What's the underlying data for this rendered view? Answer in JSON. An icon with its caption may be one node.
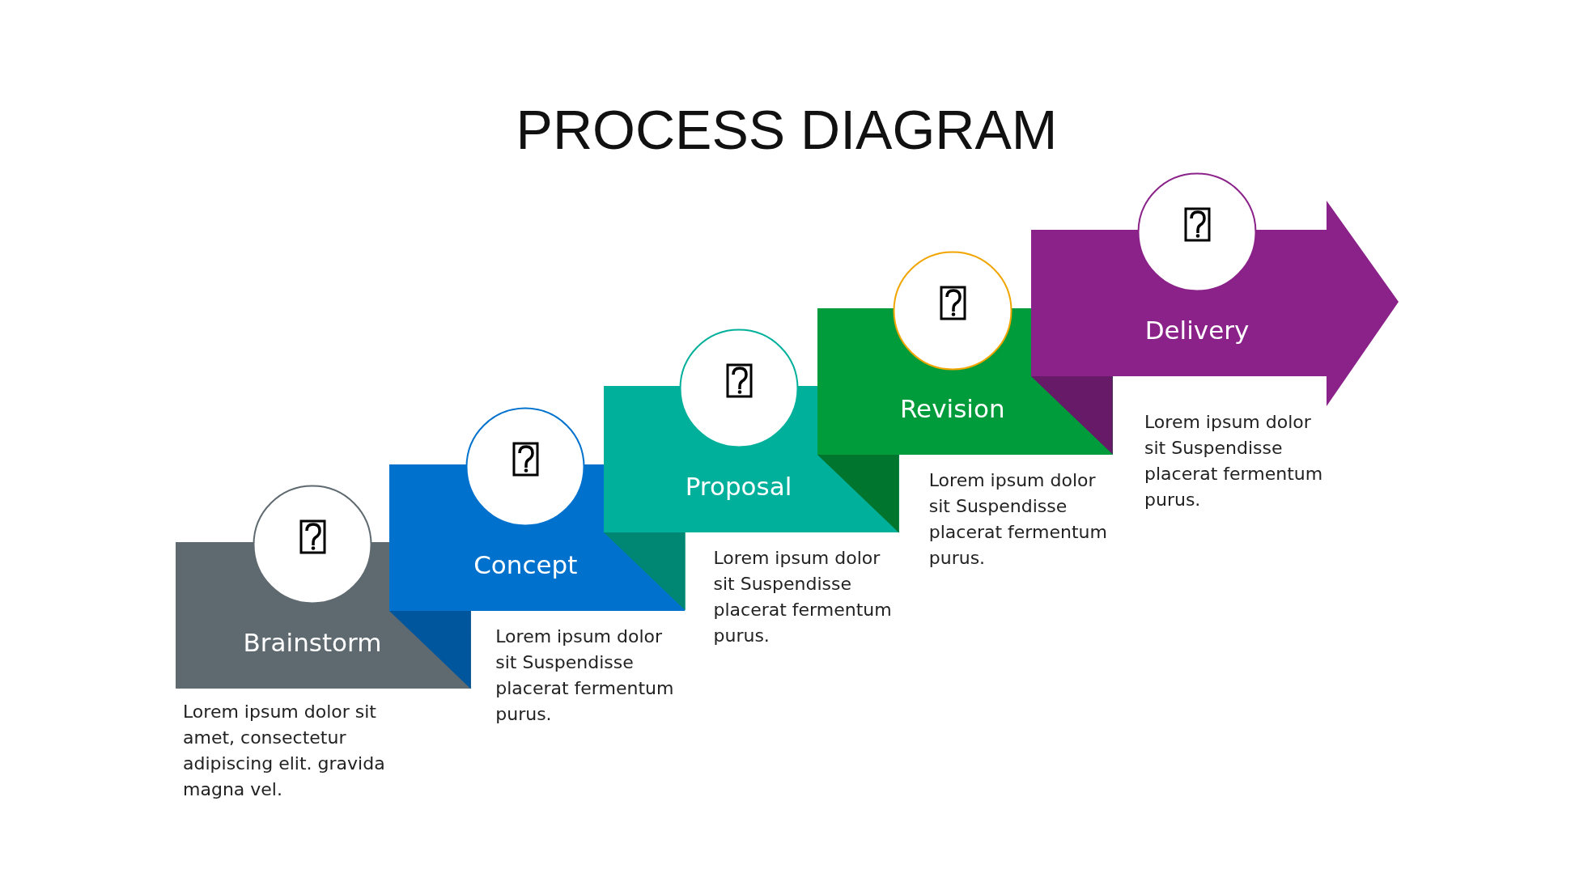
{
  "diagram": {
    "title": "PROCESS DIAGRAM",
    "nodes": [
      {
        "text": [
          "Brainstorm"
        ],
        "beside": [
          "Lorem ipsum dolor sit amet, consectetur adipiscing elit. gravida magna vel."
        ]
      },
      {
        "text": [
          "Concept"
        ],
        "beside": [
          "Lorem ipsum dolor sit Suspendisse placerat fermentum purus."
        ]
      },
      {
        "text": [
          "Proposal"
        ],
        "beside": [
          "Lorem ipsum dolor sit Suspendisse placerat fermentum purus."
        ]
      },
      {
        "text": [
          "Revision"
        ],
        "beside": [
          "Lorem ipsum dolor sit Suspendisse placerat fermentum purus."
        ]
      },
      {
        "text": [
          "Delivery"
        ],
        "beside": [
          "Lorem ipsum dolor sit Suspendisse placerat fermentum purus."
        ]
      }
    ]
  }
}
